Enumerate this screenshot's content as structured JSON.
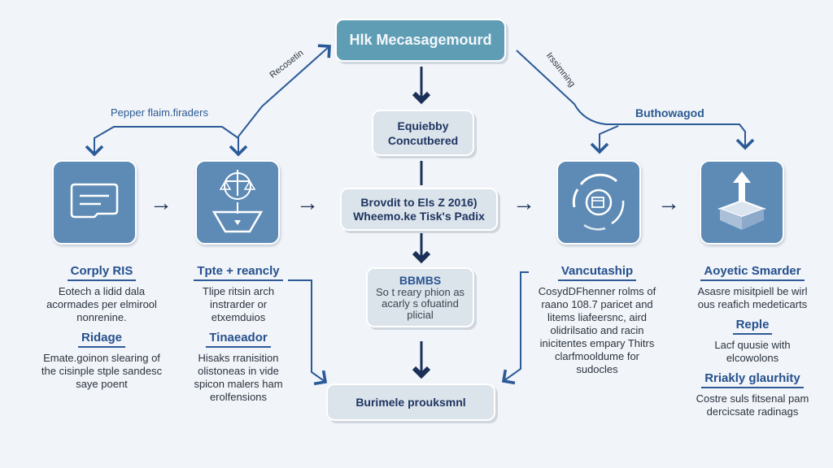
{
  "diagram": {
    "top_node": "Hlk Mecasagemourd",
    "edge_labels": {
      "left_diagonal": "Recosetin",
      "right_diagonal": "Irssimning",
      "left_branch": "Pepper flaim.firaders",
      "right_branch": "Buthowagod"
    },
    "center_nodes": [
      {
        "label": "Equiebby Concutbered"
      },
      {
        "label_line1": "Brovdit to Els Z 2016)",
        "label_line2": "Wheemo.ke Tisk's Padix"
      },
      {
        "title": "BBMBS",
        "desc": "So t reary phion as acarly s ofuatind plicial"
      },
      {
        "label": "Burimele prouksmnl"
      }
    ],
    "tiles": [
      {
        "icon": "message-icon"
      },
      {
        "icon": "scales-icon"
      },
      {
        "icon": "calendar-cycle-icon"
      },
      {
        "icon": "upload-box-icon"
      }
    ],
    "columns": [
      {
        "sections": [
          {
            "heading": "Corply RIS",
            "text": "Eotech a lidid dala acormades per elmirool nonrenine."
          },
          {
            "heading": "Ridage",
            "text": "Emate.goinon slearing of the cisinple stple sandesc saye poent"
          }
        ]
      },
      {
        "sections": [
          {
            "heading": "Tpte + reancly",
            "text": "Tlipe ritsin arch instrarder or etxemduios"
          },
          {
            "heading": "Tinaeador",
            "text": "Hisaks rranisition olistoneas in vide spicon malers ham erolfensions"
          }
        ]
      },
      {
        "sections": [
          {
            "heading": "Vancutaship",
            "text": "CosydDFhenner rolms of raano 108.7 paricet and litems liafeersnc, aird olidrilsatio and racin inicitentes empary Thitrs clarfmooldume for sudocles"
          }
        ]
      },
      {
        "sections": [
          {
            "heading": "Aoyetic Smarder",
            "text": "Asasre misitpiell be wirl ous reafich medeticarts"
          },
          {
            "heading": "Reple",
            "text": "Lacf quusie with elcowolons"
          },
          {
            "heading": "Rriakly glaurhity",
            "text": "Costre suls fitsenal pam dercicsate radinags"
          }
        ]
      }
    ],
    "colors": {
      "background": "#f1f4f8",
      "top_node": "#5f9db5",
      "tile": "#5d8bb5",
      "grey_node": "#dbe3eb",
      "connector": "#2a5a98",
      "arrow": "#1b2f57",
      "heading": "#25508e"
    }
  }
}
